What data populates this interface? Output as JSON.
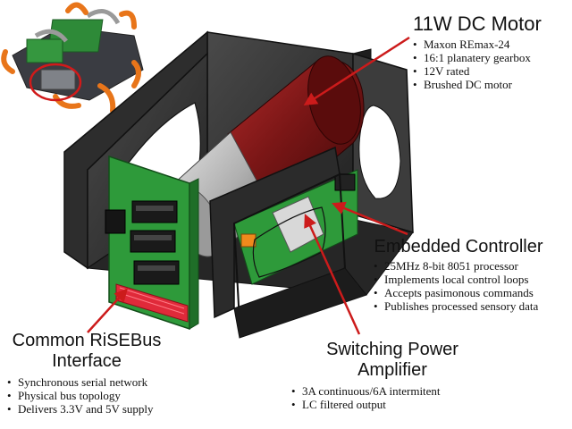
{
  "callouts": {
    "motor": {
      "title": "11W DC Motor",
      "items": [
        "Maxon REmax-24",
        "16:1 planatery gearbox",
        "12V rated",
        "Brushed DC motor"
      ]
    },
    "controller": {
      "title": "Embedded Controller",
      "items": [
        "25MHz 8-bit 8051 processor",
        "Implements local control loops",
        "Accepts pasimonous commands",
        "Publishes processed sensory data"
      ]
    },
    "risebus": {
      "title_line1": "Common RiSEBus",
      "title_line2": "Interface",
      "items": [
        "Synchronous serial network",
        "Physical bus topology",
        "Delivers 3.3V and 5V supply"
      ]
    },
    "amplifier": {
      "title_line1": "Switching Power",
      "title_line2": "Amplifier",
      "items": [
        "3A continuous/6A intermitent",
        "LC filtered output"
      ]
    }
  },
  "colors": {
    "arrow": "#cc1b1b",
    "housing": "#3a3a3a",
    "motor_body": "#7a1616",
    "gearbox": "#b9b9b9",
    "pcb": "#2e9a3a",
    "connector": "#e02a3a",
    "robot_body": "#3a3c42",
    "robot_legs": "#e8751a",
    "highlight_circle": "#d11a1a"
  }
}
